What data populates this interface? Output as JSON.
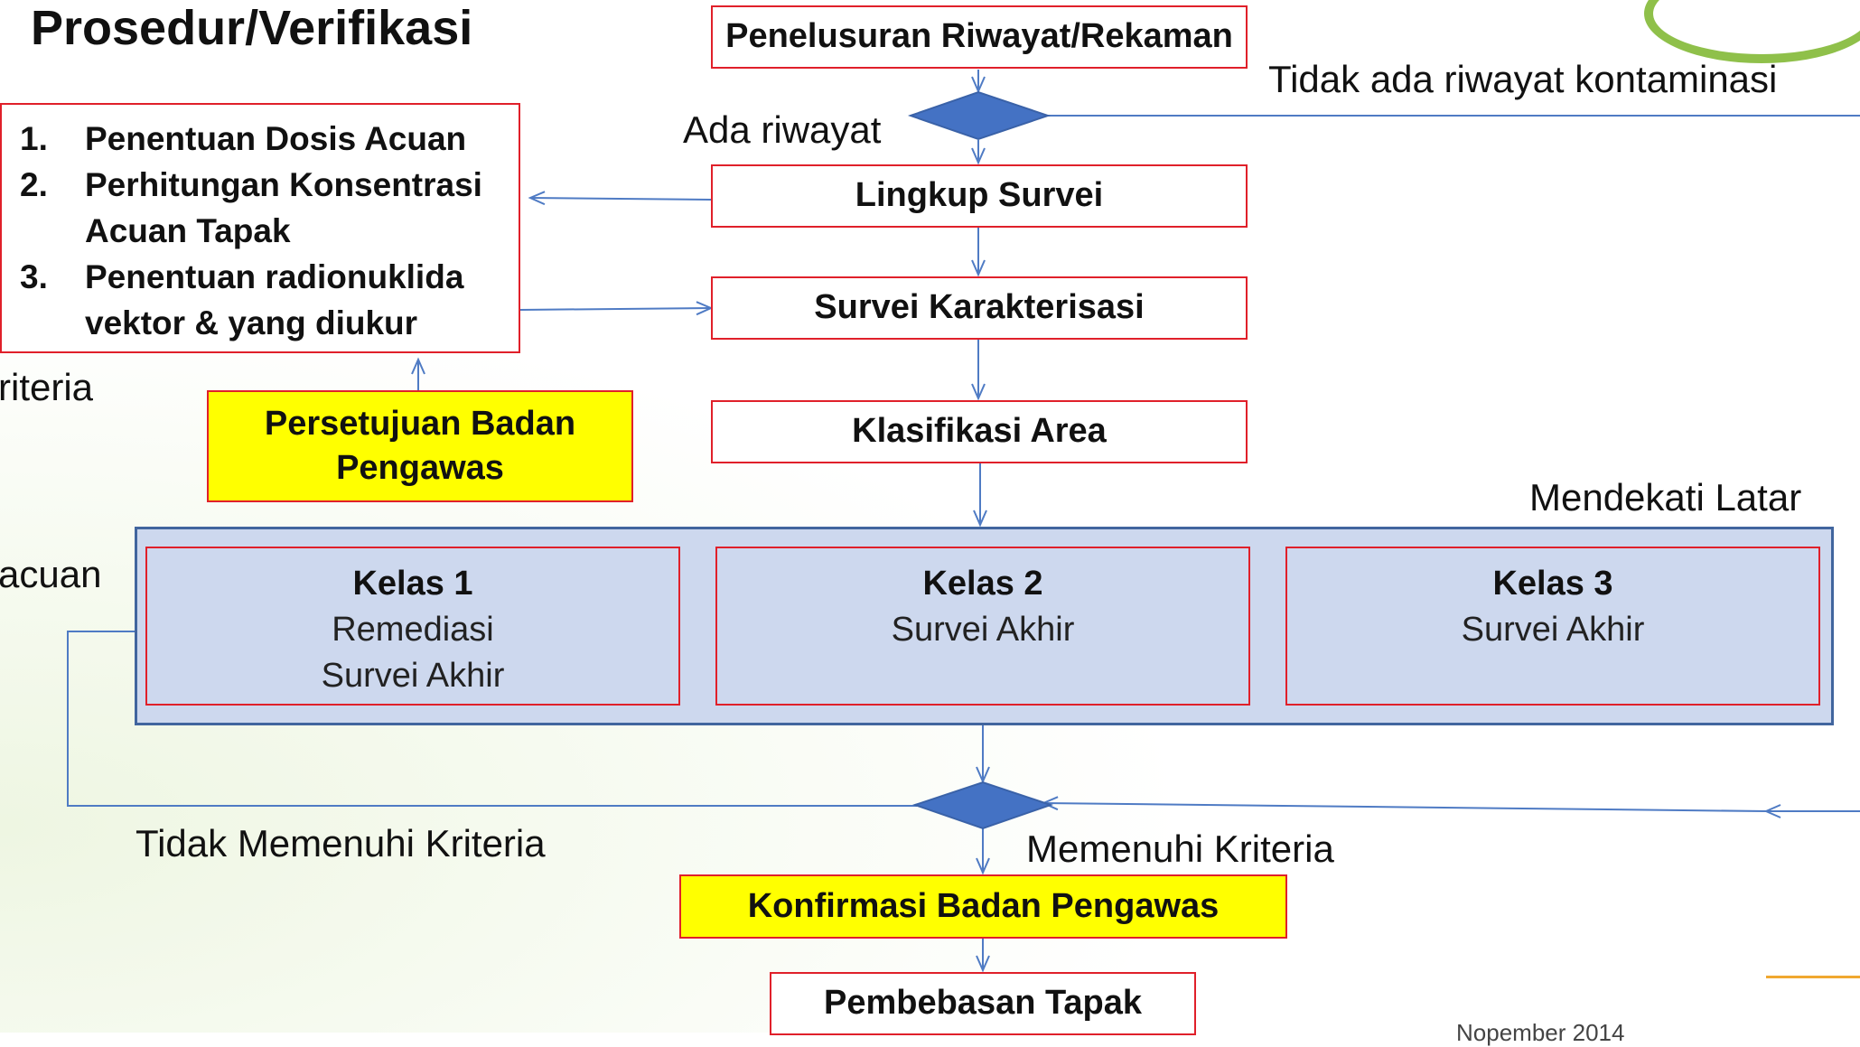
{
  "title": "Prosedur/Verifikasi",
  "steps": {
    "history": "Penelusuran Riwayat/Rekaman",
    "scope": "Lingkup Survei",
    "characterization": "Survei Karakterisasi",
    "classification": "Klasifikasi Area",
    "confirmation": "Konfirmasi Badan Pengawas",
    "release": "Pembebasan Tapak"
  },
  "approval": "Persetujuan Badan Pengawas",
  "list": [
    {
      "num": "1.",
      "text": "Penentuan Dosis Acuan"
    },
    {
      "num": "2.",
      "text": "Perhitungan Konsentrasi Acuan Tapak"
    },
    {
      "num": "3.",
      "text": "Penentuan radionuklida vektor & yang diukur"
    }
  ],
  "classes": [
    {
      "title": "Kelas 1",
      "lines": [
        "Remediasi",
        "Survei Akhir"
      ]
    },
    {
      "title": "Kelas 2",
      "lines": [
        "Survei Akhir"
      ]
    },
    {
      "title": "Kelas 3",
      "lines": [
        "Survei Akhir"
      ]
    }
  ],
  "labels": {
    "no_history": "Tidak ada riwayat kontaminasi",
    "has_history": "Ada riwayat",
    "near_background": "Mendekati Latar",
    "not_meet": "Tidak Memenuhi Kriteria",
    "meet": "Memenuhi Kriteria",
    "cut_left_1": "riteria",
    "cut_left_2": "acuan",
    "footer": "Nopember 2014"
  },
  "colors": {
    "box_border": "#e0202a",
    "diamond": "#4472c4",
    "band_fill": "#cdd8ee",
    "band_border": "#41659e",
    "highlight": "#ffff00",
    "connector": "#4f7bc4"
  }
}
